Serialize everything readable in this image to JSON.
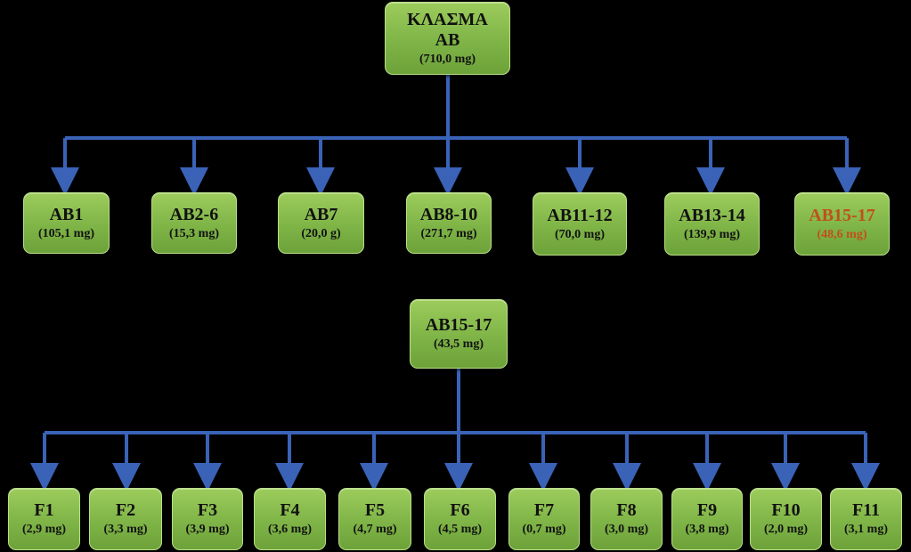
{
  "root": {
    "line1": "ΚΛΑΣΜΑ",
    "line2": "AB",
    "value": "(710,0 mg)"
  },
  "level1": [
    {
      "label": "AB1",
      "value": "(105,1 mg)",
      "highlight": false
    },
    {
      "label": "AB2-6",
      "value": "(15,3 mg)",
      "highlight": false
    },
    {
      "label": "AB7",
      "value": "(20,0 g)",
      "highlight": false
    },
    {
      "label": "AB8-10",
      "value": "(271,7 mg)",
      "highlight": false
    },
    {
      "label": "AB11-12",
      "value": "(70,0 mg)",
      "highlight": false
    },
    {
      "label": "AB13-14",
      "value": "(139,9 mg)",
      "highlight": false
    },
    {
      "label": "AB15-17",
      "value": "(48,6 mg)",
      "highlight": true
    }
  ],
  "sub_root": {
    "label": "AB15-17",
    "value": "(43,5 mg)"
  },
  "level2": [
    {
      "label": "F1",
      "value": "(2,9 mg)"
    },
    {
      "label": "F2",
      "value": "(3,3 mg)"
    },
    {
      "label": "F3",
      "value": "(3,9 mg)"
    },
    {
      "label": "F4",
      "value": "(3,6 mg)"
    },
    {
      "label": "F5",
      "value": "(4,7 mg)"
    },
    {
      "label": "F6",
      "value": "(4,5 mg)"
    },
    {
      "label": "F7",
      "value": "(0,7 mg)"
    },
    {
      "label": "F8",
      "value": "(3,0 mg)"
    },
    {
      "label": "F9",
      "value": "(3,8 mg)"
    },
    {
      "label": "F10",
      "value": "(2,0 mg)"
    },
    {
      "label": "F11",
      "value": "(3,1 mg)"
    }
  ],
  "colors": {
    "connector": "#3a63b8",
    "highlight_text": "#c0501a"
  }
}
